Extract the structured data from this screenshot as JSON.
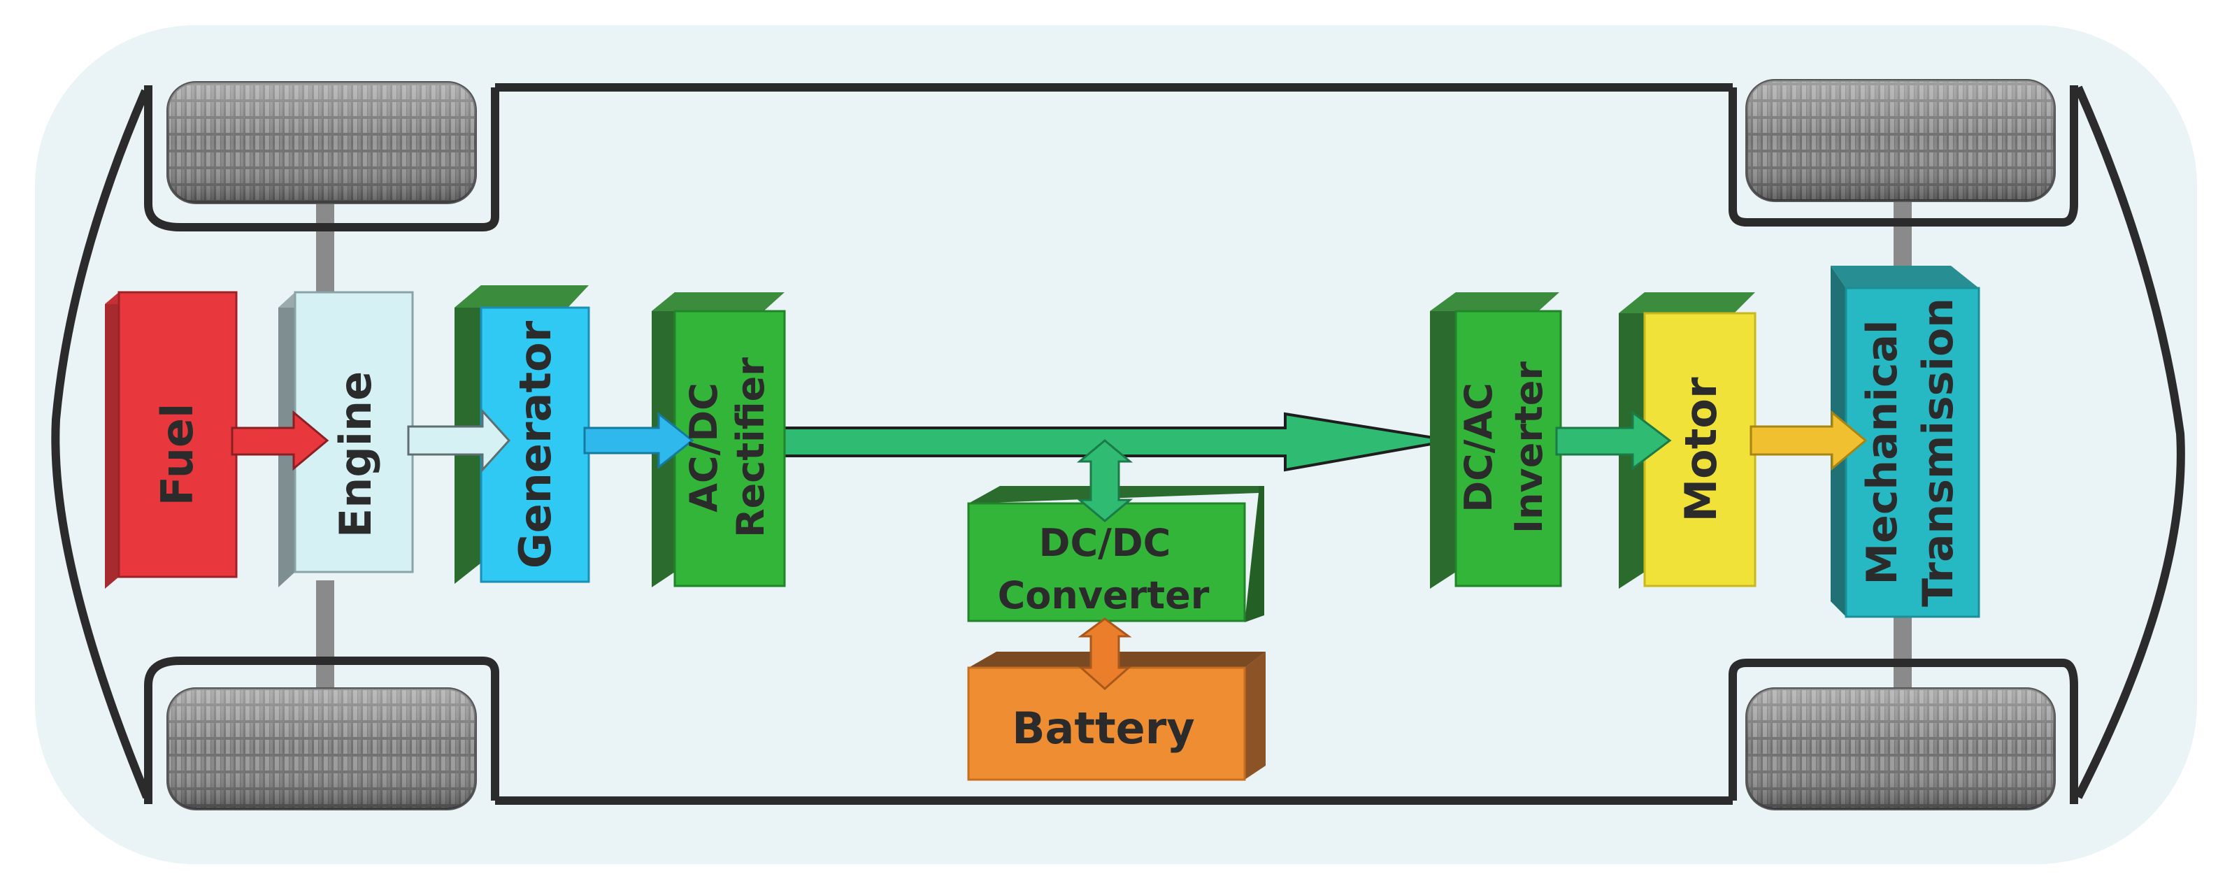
{
  "blocks": {
    "fuel": {
      "label": "Fuel",
      "color": "#e8383d"
    },
    "engine": {
      "label": "Engine",
      "color": "#d6f1f4"
    },
    "generator": {
      "label": "Generator",
      "color": "#2fc9f3"
    },
    "rectifier": {
      "line1": "AC/DC",
      "line2": "Rectifier",
      "color": "#33b53a"
    },
    "dcdc": {
      "line1": "DC/DC",
      "line2": "Converter",
      "color": "#33b53a"
    },
    "battery": {
      "label": "Battery",
      "color": "#ef8d33"
    },
    "inverter": {
      "line1": "DC/AC",
      "line2": "Inverter",
      "color": "#33b53a"
    },
    "motor": {
      "label": "Motor",
      "color": "#f1e23a"
    },
    "transmission": {
      "line1": "Mechanical",
      "line2": "Transmission",
      "color": "#27b9c3"
    }
  },
  "colors": {
    "background": "#eaf3f5",
    "chassis": "#2b2b2b",
    "bus_arrow": "#2fbc72",
    "fuel_arrow": "#e8383d",
    "engine_arrow": "#d6f1f4",
    "generator_arrow": "#2fb8ec",
    "battery_arrow": "#ea7e2a",
    "motor_arrow": "#f0c030"
  }
}
